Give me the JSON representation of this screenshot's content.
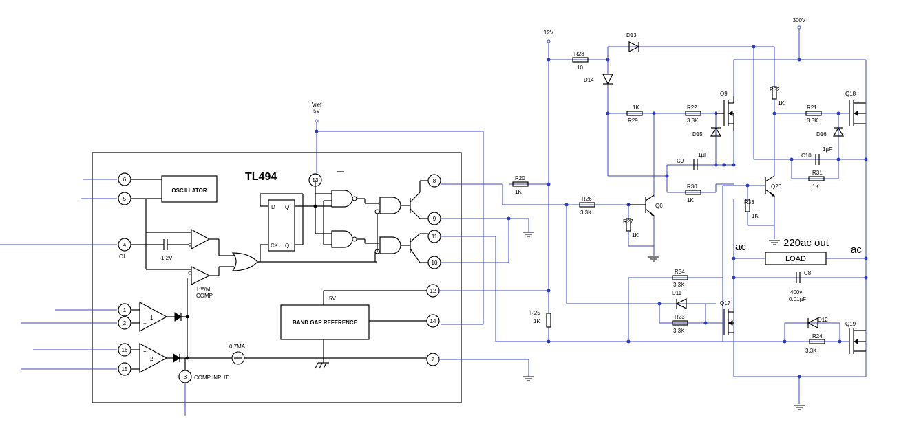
{
  "chip": {
    "title": "TL494",
    "oscillator": "OSCILLATOR",
    "bandgap": "BAND GAP REFERENCE",
    "pwm_comp": [
      "PWM",
      "COMP"
    ],
    "comp_input": "COMP INPUT",
    "ol": "OL",
    "cap_1v2": "1.2V",
    "current_07ma": "0.7MA",
    "ref_5v": "5V",
    "vref": [
      "Vref",
      "5V"
    ],
    "ff_d": "D",
    "ff_q1": "Q",
    "ff_ck": "CK",
    "ff_q2": "Q",
    "amp1": "1",
    "amp2": "2",
    "plus": "+",
    "minus": "−",
    "pins": [
      "6",
      "5",
      "4",
      "1",
      "2",
      "16",
      "15",
      "3",
      "13",
      "8",
      "9",
      "11",
      "10",
      "12",
      "14",
      "7"
    ]
  },
  "rails": {
    "v12": "12V",
    "v300": "300V"
  },
  "components": {
    "R28": [
      "R28",
      "10"
    ],
    "D13": "D13",
    "D14": "D14",
    "R29": [
      "1K",
      "R29"
    ],
    "R22": [
      "R22",
      "3.3K"
    ],
    "Q9": "Q9",
    "D15": "D15",
    "C9": [
      "C9",
      "1µF"
    ],
    "R30": [
      "R30",
      "1K"
    ],
    "R20": [
      "R20",
      "1K"
    ],
    "R26": [
      "R26",
      "3.3K"
    ],
    "Q6": "Q6",
    "R27": [
      "R27",
      "1K"
    ],
    "R25": [
      "R25",
      "1K"
    ],
    "R32": [
      "R32",
      "1K"
    ],
    "R21": [
      "R21",
      "3.3K"
    ],
    "Q18": "Q18",
    "D16": "D16",
    "C10": [
      "C10",
      "1µF"
    ],
    "R31": [
      "R31",
      "1K"
    ],
    "Q20": "Q20",
    "R33": [
      "R33",
      "1K"
    ],
    "R34": [
      "R34",
      "3.3K"
    ],
    "D11": "D11",
    "R23": [
      "R23",
      "3.3K"
    ],
    "Q17": "Q17",
    "C8": [
      "C8",
      "400v",
      "0.01µF"
    ],
    "D12": "D12",
    "R24": [
      "R24",
      "3.3K"
    ],
    "Q19": "Q19"
  },
  "output": {
    "ac_left": "ac",
    "title": "220ac out",
    "ac_right": "ac",
    "load": "LOAD"
  },
  "colors": {
    "wire": "#3b46c4",
    "node": "#2a36c8",
    "symbol": "#000000"
  }
}
